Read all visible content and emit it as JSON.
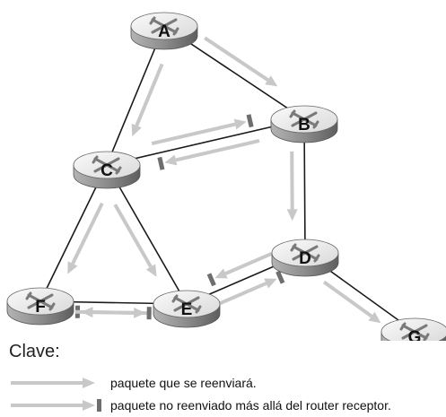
{
  "routers": [
    {
      "id": "A",
      "label": "A"
    },
    {
      "id": "B",
      "label": "B"
    },
    {
      "id": "C",
      "label": "C"
    },
    {
      "id": "D",
      "label": "D"
    },
    {
      "id": "E",
      "label": "E"
    },
    {
      "id": "F",
      "label": "F"
    },
    {
      "id": "G",
      "label": "G"
    }
  ],
  "links": [
    [
      "A",
      "B"
    ],
    [
      "A",
      "C"
    ],
    [
      "B",
      "C"
    ],
    [
      "B",
      "D"
    ],
    [
      "C",
      "E"
    ],
    [
      "C",
      "F"
    ],
    [
      "D",
      "E"
    ],
    [
      "D",
      "G"
    ],
    [
      "E",
      "F"
    ]
  ],
  "flows": [
    {
      "from": "A",
      "to": "B",
      "kind": "forwarded"
    },
    {
      "from": "A",
      "to": "C",
      "kind": "forwarded"
    },
    {
      "from": "B",
      "to": "C",
      "kind": "not-forwarded"
    },
    {
      "from": "C",
      "to": "B",
      "kind": "not-forwarded"
    },
    {
      "from": "B",
      "to": "D",
      "kind": "forwarded"
    },
    {
      "from": "C",
      "to": "F",
      "kind": "forwarded"
    },
    {
      "from": "C",
      "to": "E",
      "kind": "forwarded"
    },
    {
      "from": "E",
      "to": "D",
      "kind": "not-forwarded"
    },
    {
      "from": "D",
      "to": "E",
      "kind": "not-forwarded"
    },
    {
      "from": "E",
      "to": "F",
      "kind": "not-forwarded"
    },
    {
      "from": "F",
      "to": "E",
      "kind": "not-forwarded"
    },
    {
      "from": "D",
      "to": "G",
      "kind": "forwarded"
    }
  ],
  "legend": {
    "title": "Clave:",
    "forwarded": "paquete que se reenviará.",
    "not_forwarded": "paquete no reenviado más allá del router receptor."
  },
  "colors": {
    "arrow": "#c8c8c8",
    "stop_marker": "#6e6e6e",
    "link": "#1a1a1a",
    "router_top": "#efefef",
    "router_side": "#9a9a9a"
  }
}
